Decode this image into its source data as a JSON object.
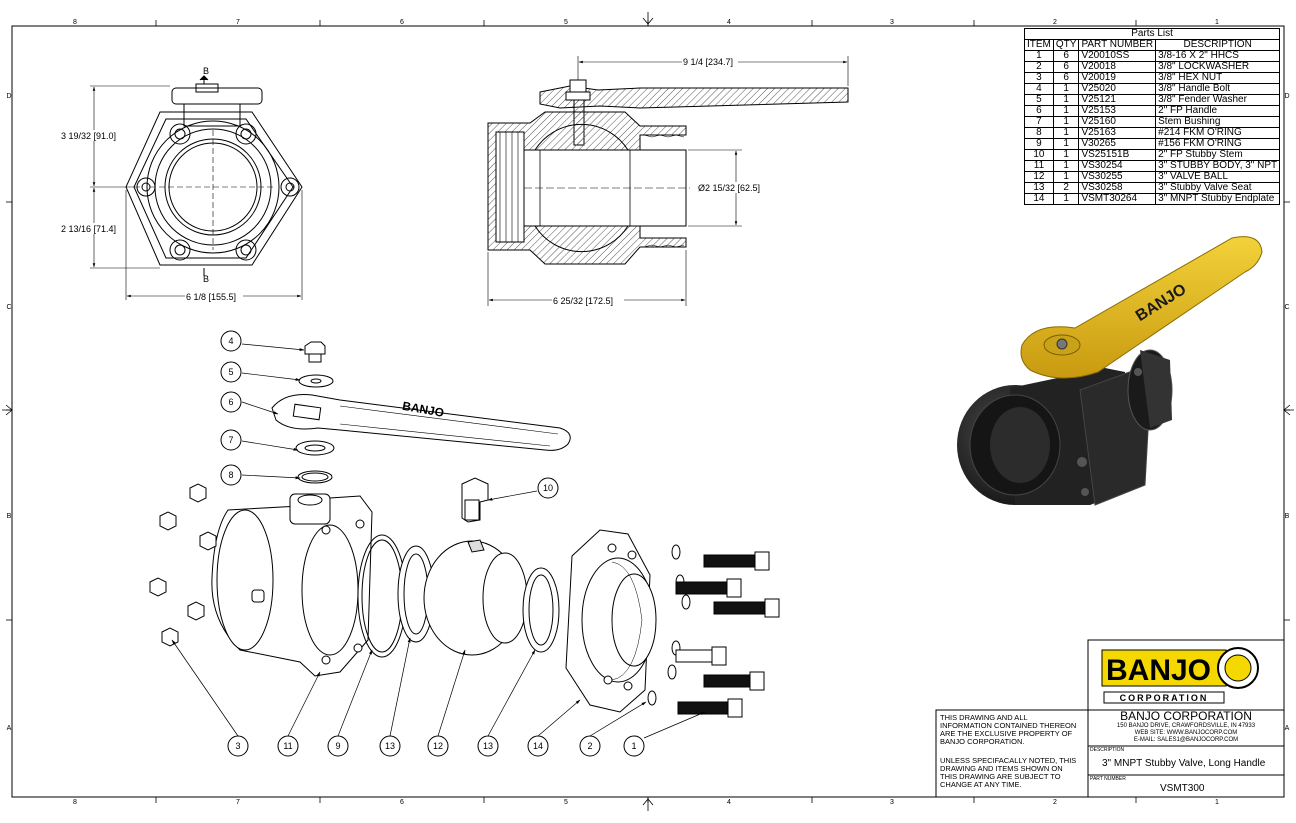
{
  "border": {
    "top_columns": [
      "8",
      "7",
      "6",
      "5",
      "4",
      "3",
      "2",
      "1"
    ],
    "bottom_columns": [
      "8",
      "7",
      "6",
      "5",
      "4",
      "3",
      "2",
      "1"
    ],
    "rows": [
      "D",
      "C",
      "B",
      "A"
    ]
  },
  "dimensions": {
    "height_upper": "3 19/32 [91.0]",
    "height_lower": "2 13/16 [71.4]",
    "width_front": "6 1/8 [155.5]",
    "handle_length": "9 1/4 [234.7]",
    "diameter": "Ø2 15/32 [62.5]",
    "body_length": "6 25/32 [172.5]",
    "section_mark": "B"
  },
  "parts_list": {
    "title": "Parts List",
    "headers": [
      "ITEM",
      "QTY",
      "PART NUMBER",
      "DESCRIPTION"
    ],
    "rows": [
      [
        "1",
        "6",
        "V20010SS",
        "3/8-16 X 2\" HHCS"
      ],
      [
        "2",
        "6",
        "V20018",
        "3/8\" LOCKWASHER"
      ],
      [
        "3",
        "6",
        "V20019",
        "3/8\" HEX NUT"
      ],
      [
        "4",
        "1",
        "V25020",
        "3/8\" Handle Bolt"
      ],
      [
        "5",
        "1",
        "V25121",
        "3/8\" Fender Washer"
      ],
      [
        "6",
        "1",
        "V25153",
        "2\" FP Handle"
      ],
      [
        "7",
        "1",
        "V25160",
        "Stem Bushing"
      ],
      [
        "8",
        "1",
        "V25163",
        "#214 FKM O'RING"
      ],
      [
        "9",
        "1",
        "V30265",
        "#156 FKM O'RING"
      ],
      [
        "10",
        "1",
        "VS25151B",
        "2\" FP Stubby Stem"
      ],
      [
        "11",
        "1",
        "VS30254",
        "3\" STUBBY BODY, 3\" NPT"
      ],
      [
        "12",
        "1",
        "VS30255",
        "3\" VALVE BALL"
      ],
      [
        "13",
        "2",
        "VS30258",
        "3\" Stubby Valve Seat"
      ],
      [
        "14",
        "1",
        "VSMT30264",
        "3\" MNPT Stubby Endplate"
      ]
    ]
  },
  "balloons": {
    "b4": "4",
    "b5": "5",
    "b6": "6",
    "b7": "7",
    "b8": "8",
    "b10": "10",
    "bottom": [
      "3",
      "11",
      "9",
      "13",
      "12",
      "13",
      "14",
      "2",
      "1"
    ]
  },
  "handle_text": "BANJO",
  "title_block": {
    "logo_text": "BANJO",
    "logo_sub": "CORPORATION",
    "company": "BANJO CORPORATION",
    "address": "150 BANJO DRIVE, CRAWFORDSVILLE, IN 47933",
    "website": "WEB SITE: WWW.BANJOCORP.COM",
    "email": "E-MAIL: SALES1@BANJOCORP.COM",
    "description_label": "DESCRIPTION",
    "description": "3\" MNPT Stubby Valve, Long Handle",
    "part_number_label": "PART NUMBER",
    "part_number": "VSMT300",
    "notice_1": [
      "THIS DRAWING AND ALL",
      "INFORMATION CONTAINED THEREON",
      "ARE THE EXCLUSIVE PROPERTY OF",
      "BANJO CORPORATION."
    ],
    "notice_2": [
      "UNLESS SPECIFACALLY NOTED, THIS",
      "DRAWING AND ITEMS SHOWN ON",
      "THIS DRAWING ARE SUBJECT TO",
      "CHANGE AT ANY TIME."
    ]
  },
  "colors": {
    "handle_yellow": "#e8c020",
    "body_black": "#1e1e1e",
    "logo_yellow": "#f5d800",
    "section_hatch": "#555555"
  }
}
